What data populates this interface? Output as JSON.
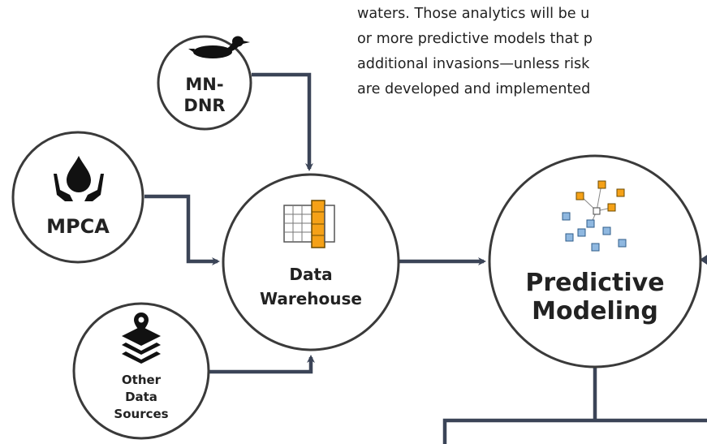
{
  "intro_lines": [
    "waters.  Those analytics will be u",
    "or more predictive models that p",
    "additional invasions—unless risk",
    "are developed and implemented"
  ],
  "nodes": {
    "mndnr": {
      "label_lines": [
        "MN-",
        "DNR"
      ],
      "icon": "loon-icon"
    },
    "mpca": {
      "label": "MPCA",
      "icon": "water-drop-hands-icon"
    },
    "warehouse": {
      "label_lines": [
        "Data",
        "Warehouse"
      ],
      "icon": "data-table-icon"
    },
    "other": {
      "label_lines": [
        "Other",
        "Data",
        "Sources"
      ],
      "icon": "map-layers-pin-icon"
    },
    "predictive": {
      "label_lines": [
        "Predictive",
        "Modeling"
      ],
      "icon": "scatter-network-icon"
    }
  },
  "colors": {
    "connector": "#3b4457",
    "node_stroke": "#3a3a3a",
    "accent_orange": "#f5a117",
    "accent_blue": "#8fb8e0",
    "text": "#222222"
  }
}
